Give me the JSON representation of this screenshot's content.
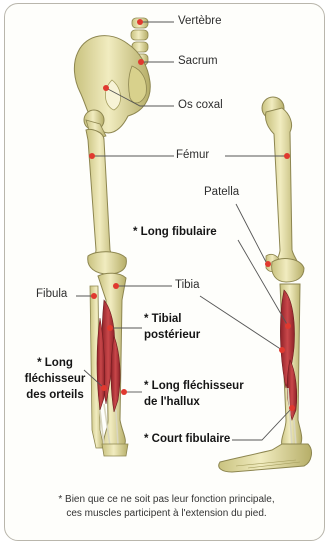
{
  "labels": {
    "vertebre": "Vertèbre",
    "sacrum": "Sacrum",
    "os_coxal": "Os coxal",
    "femur": "Fémur",
    "patella": "Patella",
    "long_fibulaire": "* Long fibulaire",
    "fibula": "Fibula",
    "tibia": "Tibia",
    "tibial_posterieur_1": "* Tibial",
    "tibial_posterieur_2": "postérieur",
    "long_flechisseur_orteils_1": "* Long",
    "long_flechisseur_orteils_2": "fléchisseur",
    "long_flechisseur_orteils_3": "des orteils",
    "long_flechisseur_hallux_1": "* Long fléchisseur",
    "long_flechisseur_hallux_2": "de l'hallux",
    "court_fibulaire": "* Court fibulaire"
  },
  "footnote": {
    "line1": "* Bien que ce ne soit pas leur fonction principale,",
    "line2": "ces muscles participent à l'extension du pied."
  },
  "colors": {
    "bone": "#e8e2a6",
    "bone_shade": "#bdb56e",
    "muscle": "#b8343a",
    "marker": "#e0392f",
    "leader": "#555555"
  }
}
